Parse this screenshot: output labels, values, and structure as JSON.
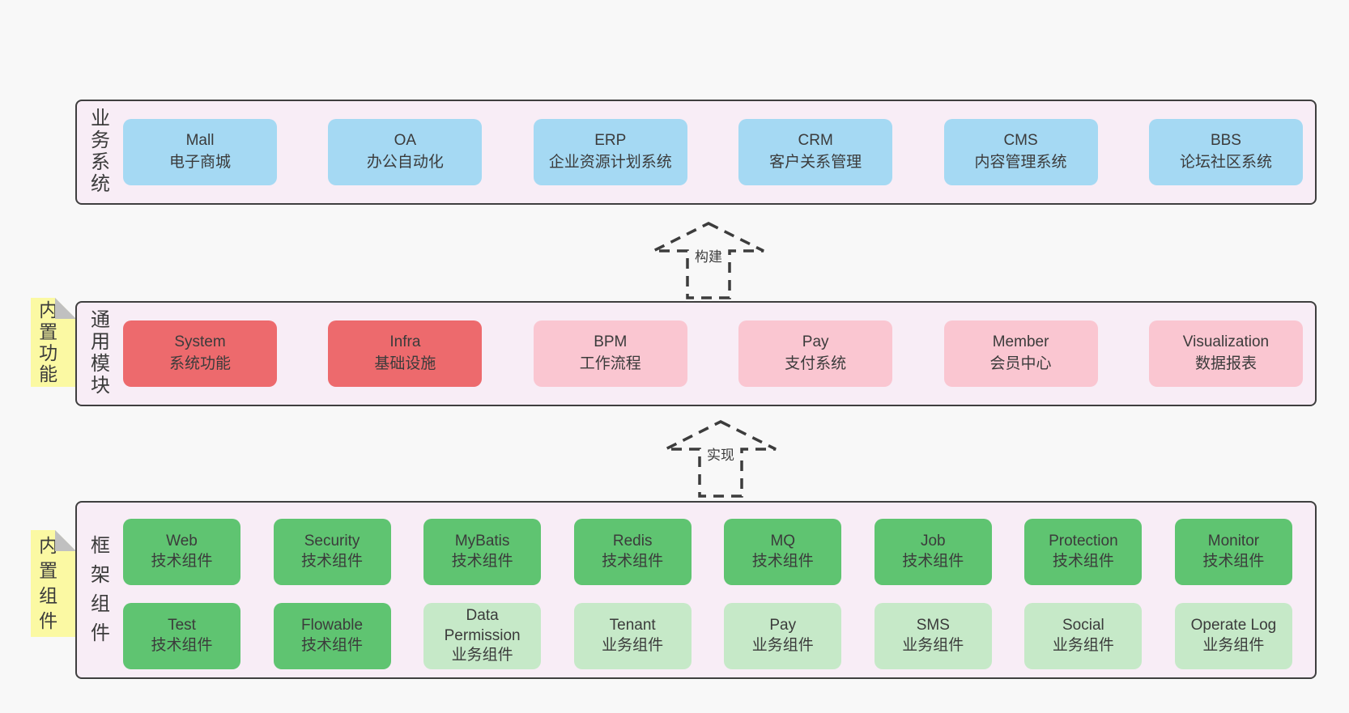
{
  "colors": {
    "page_bg": "#f8f8f8",
    "band_bg": "#f8edf6",
    "band_border": "#3f3f3f",
    "blue": "#a5d9f3",
    "red": "#ed6a6d",
    "pink": "#fac6d1",
    "green_dark": "#5fc471",
    "green_light": "#c6e9c8",
    "note_yellow": "#fbf9a3",
    "note_fold": "#c0c0c0",
    "text": "#3b3b3b"
  },
  "arrows": [
    {
      "label": "构建"
    },
    {
      "label": "实现"
    }
  ],
  "bands": {
    "business": {
      "label": "业务系统",
      "boxes": [
        {
          "name": "Mall",
          "desc": "电子商城"
        },
        {
          "name": "OA",
          "desc": "办公自动化"
        },
        {
          "name": "ERP",
          "desc": "企业资源计划系统"
        },
        {
          "name": "CRM",
          "desc": "客户关系管理"
        },
        {
          "name": "CMS",
          "desc": "内容管理系统"
        },
        {
          "name": "BBS",
          "desc": "论坛社区系统"
        }
      ]
    },
    "modules": {
      "label": "通用模块",
      "note": "内置功能",
      "boxes": [
        {
          "name": "System",
          "desc": "系统功能"
        },
        {
          "name": "Infra",
          "desc": "基础设施"
        },
        {
          "name": "BPM",
          "desc": "工作流程"
        },
        {
          "name": "Pay",
          "desc": "支付系统"
        },
        {
          "name": "Member",
          "desc": "会员中心"
        },
        {
          "name": "Visualization",
          "desc": "数据报表"
        }
      ]
    },
    "components": {
      "label": "框架组件",
      "note": "内置组件",
      "row1": [
        {
          "name": "Web",
          "desc": "技术组件"
        },
        {
          "name": "Security",
          "desc": "技术组件"
        },
        {
          "name": "MyBatis",
          "desc": "技术组件"
        },
        {
          "name": "Redis",
          "desc": "技术组件"
        },
        {
          "name": "MQ",
          "desc": "技术组件"
        },
        {
          "name": "Job",
          "desc": "技术组件"
        },
        {
          "name": "Protection",
          "desc": "技术组件"
        },
        {
          "name": "Monitor",
          "desc": "技术组件"
        }
      ],
      "row2": [
        {
          "name": "Test",
          "desc": "技术组件"
        },
        {
          "name": "Flowable",
          "desc": "技术组件"
        },
        {
          "name": "Data Permission",
          "desc": "业务组件"
        },
        {
          "name": "Tenant",
          "desc": "业务组件"
        },
        {
          "name": "Pay",
          "desc": "业务组件"
        },
        {
          "name": "SMS",
          "desc": "业务组件"
        },
        {
          "name": "Social",
          "desc": "业务组件"
        },
        {
          "name": "Operate Log",
          "desc": "业务组件"
        }
      ]
    }
  }
}
